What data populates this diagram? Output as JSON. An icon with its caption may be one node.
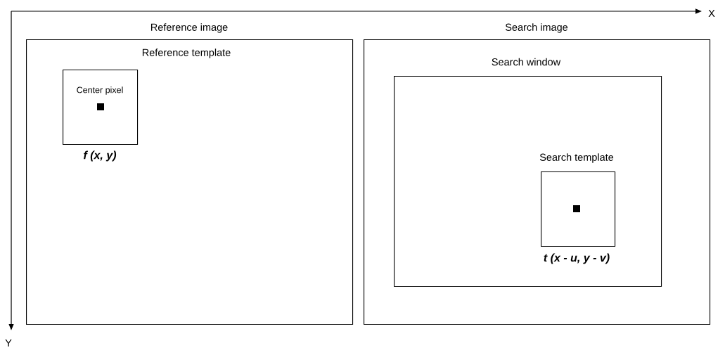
{
  "diagram": {
    "nodes": [
      {
        "text": [
          "Reference image"
        ]
      },
      {
        "text": [
          "Center pixel"
        ],
        "beside": [
          "f (x, y)"
        ],
        "in": 0
      },
      {
        "text": [
          "Search image"
        ]
      },
      {
        "text": [
          "Search window"
        ],
        "in": 2
      },
      {
        "text": [
          "Search template"
        ],
        "beside": [
          "t (x - u, y - v)"
        ],
        "in": 3
      }
    ],
    "labels": [
      "X",
      "Reference template",
      "Y"
    ]
  }
}
